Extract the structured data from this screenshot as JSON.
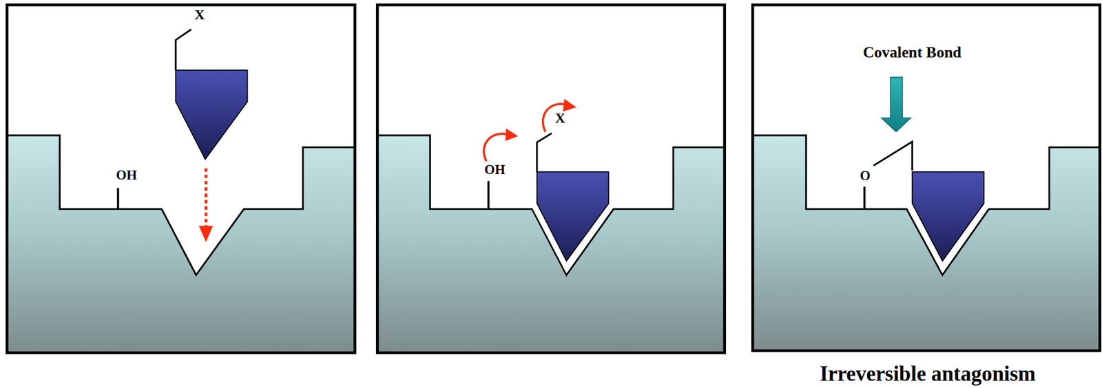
{
  "diagram": {
    "caption": "Irreversible antagonism",
    "labels": [
      "X",
      "OH",
      "OH",
      "X",
      "Covalent Bond",
      "O"
    ]
  }
}
